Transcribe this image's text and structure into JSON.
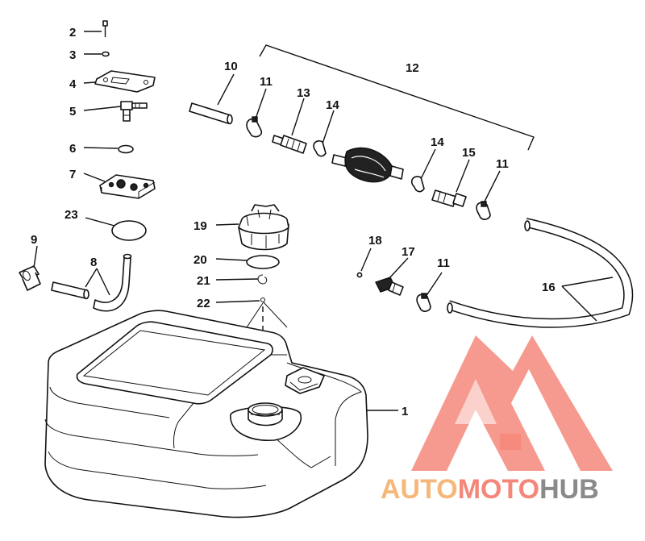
{
  "callouts": [
    {
      "id": "c2",
      "text": "2"
    },
    {
      "id": "c3",
      "text": "3"
    },
    {
      "id": "c4",
      "text": "4"
    },
    {
      "id": "c5",
      "text": "5"
    },
    {
      "id": "c6",
      "text": "6"
    },
    {
      "id": "c7",
      "text": "7"
    },
    {
      "id": "c23",
      "text": "23"
    },
    {
      "id": "c9",
      "text": "9"
    },
    {
      "id": "c8",
      "text": "8"
    },
    {
      "id": "c10",
      "text": "10"
    },
    {
      "id": "c11a",
      "text": "11"
    },
    {
      "id": "c12",
      "text": "12"
    },
    {
      "id": "c13",
      "text": "13"
    },
    {
      "id": "c14a",
      "text": "14"
    },
    {
      "id": "c14b",
      "text": "14"
    },
    {
      "id": "c15",
      "text": "15"
    },
    {
      "id": "c11b",
      "text": "11"
    },
    {
      "id": "c19",
      "text": "19"
    },
    {
      "id": "c20",
      "text": "20"
    },
    {
      "id": "c21",
      "text": "21"
    },
    {
      "id": "c22",
      "text": "22"
    },
    {
      "id": "c18",
      "text": "18"
    },
    {
      "id": "c17",
      "text": "17"
    },
    {
      "id": "c11c",
      "text": "11"
    },
    {
      "id": "c16",
      "text": "16"
    },
    {
      "id": "c1",
      "text": "1"
    }
  ],
  "watermark": {
    "part1": "AUTO",
    "part2": "MOTO",
    "part3": "HUB",
    "colors": {
      "logo": "#f4877a",
      "auto": "#f6b87a",
      "moto": "#f4877a",
      "hub": "#8a8a8a"
    }
  }
}
